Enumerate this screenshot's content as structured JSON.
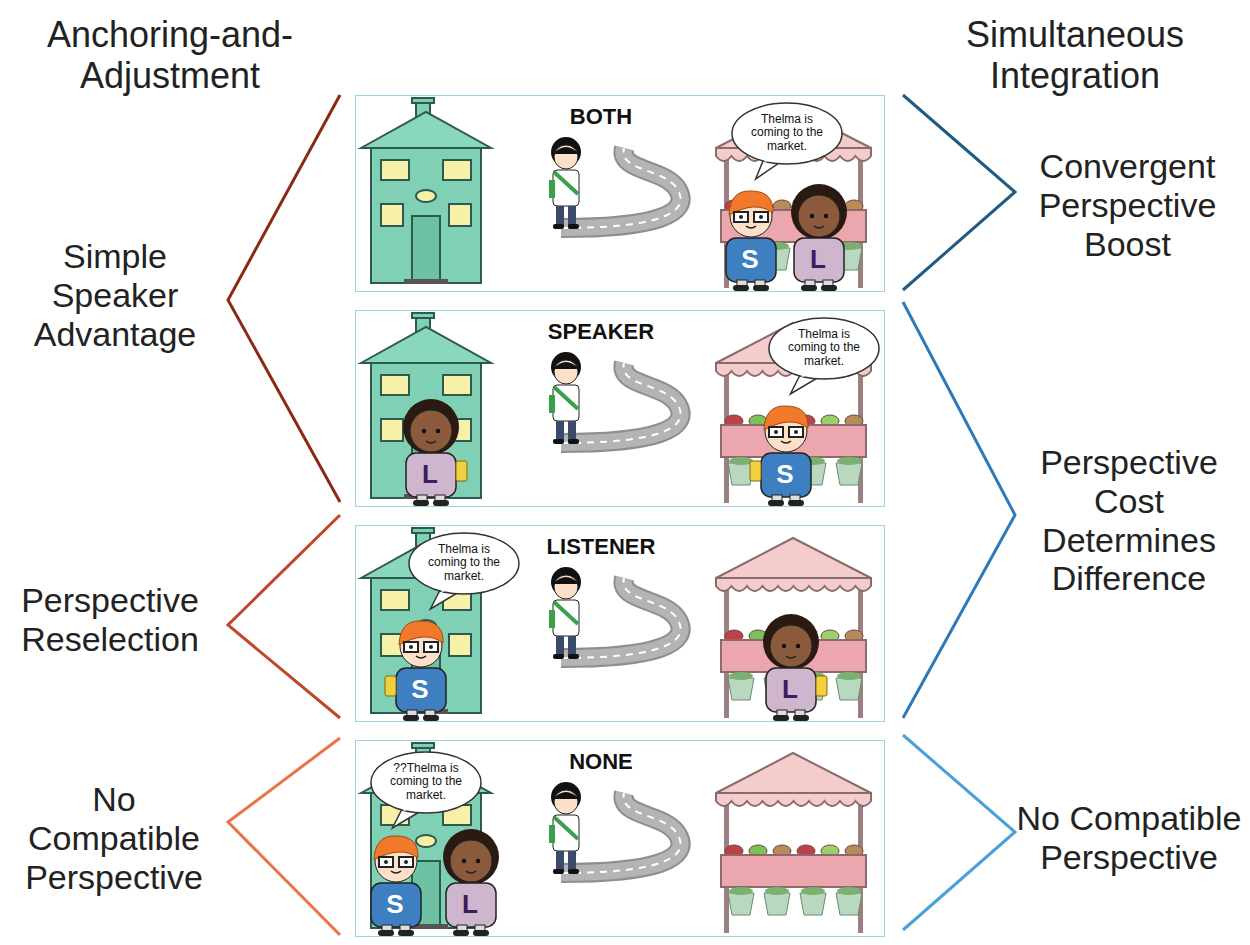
{
  "diagram": {
    "nodes": [
      {
        "text": [
          "BOTH"
        ]
      },
      {
        "text": [
          "Thelma is coming to the market."
        ],
        "in": 0
      },
      {
        "text": [
          "SPEAKER"
        ]
      },
      {
        "text": [
          "Thelma is coming to the market."
        ],
        "in": 2
      },
      {
        "text": [
          "LISTENER"
        ]
      },
      {
        "text": [
          "Thelma is coming to the market."
        ],
        "in": 4
      },
      {
        "text": [
          "NONE"
        ]
      },
      {
        "text": [
          "??Thelma is coming to the market."
        ],
        "in": 6
      }
    ],
    "edges": [],
    "labels": [
      "Anchoring-and-Adjustment",
      "Simultaneous Integration",
      "Simple Speaker Advantage",
      "Convergent Perspective Boost",
      "S",
      "L",
      "L",
      "S",
      "Perspective Reselection",
      "Perspective Cost Determines Difference",
      "S",
      "L",
      "No Compatible Perspective",
      "S",
      "L",
      "No Compatible Perspective"
    ]
  }
}
